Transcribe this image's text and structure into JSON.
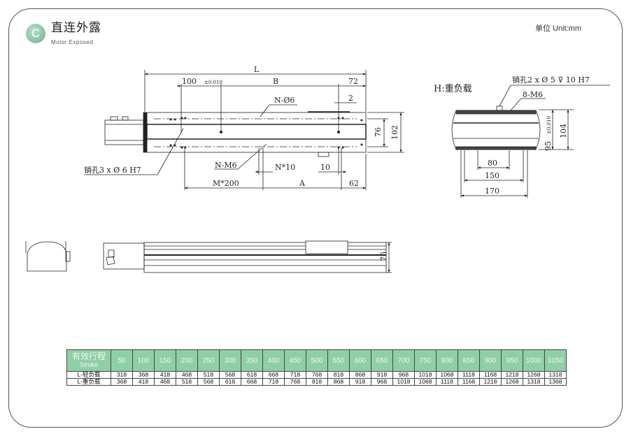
{
  "header": {
    "logo_letter": "C",
    "title": "直连外露",
    "subtitle": "Motor Exposed",
    "unit": "单位 Unit:mm"
  },
  "top_view": {
    "dim_L": "L",
    "dim_100": "100",
    "tolerance": "±0.010",
    "dim_B": "B",
    "dim_72": "72",
    "dim_2": "2",
    "n_phi6": "N-Ø6",
    "dim_76": "76",
    "dim_102": "102",
    "pin_hole": "销孔3 x Ø 6 H7",
    "n_m6": "N-M6",
    "n10": "N*10",
    "dim_10": "10",
    "m200": "M*200",
    "dim_A": "A",
    "dim_62": "62"
  },
  "end_view": {
    "label": "H:重负载",
    "pin_hole": "销孔2 x Ø 5 ⊽ 10 H7",
    "m6": "8-M6",
    "dim_95": "95",
    "tolerance": "±0.010",
    "dim_104": "104",
    "dim_80": "80",
    "dim_150": "150",
    "dim_170": "170"
  },
  "side_view": {
    "dim_76": "76"
  },
  "table": {
    "header_cn": "有效行程",
    "header_en": "Stroke",
    "strokes": [
      "50",
      "100",
      "150",
      "200",
      "250",
      "300",
      "350",
      "400",
      "450",
      "500",
      "550",
      "600",
      "650",
      "700",
      "750",
      "800",
      "850",
      "900",
      "950",
      "1000",
      "1050"
    ],
    "rows": [
      {
        "label": "L-轻负载",
        "values": [
          "318",
          "368",
          "418",
          "468",
          "518",
          "568",
          "618",
          "668",
          "718",
          "768",
          "818",
          "868",
          "918",
          "968",
          "1018",
          "1068",
          "1118",
          "1168",
          "1218",
          "1268",
          "1318"
        ]
      },
      {
        "label": "L-重负载",
        "values": [
          "368",
          "418",
          "468",
          "518",
          "568",
          "618",
          "668",
          "718",
          "768",
          "818",
          "868",
          "918",
          "968",
          "1018",
          "1068",
          "1118",
          "1168",
          "1218",
          "1268",
          "1318",
          "1368"
        ]
      }
    ]
  },
  "colors": {
    "table_header": "#8fcfa6",
    "logo": "#6fb08c"
  }
}
